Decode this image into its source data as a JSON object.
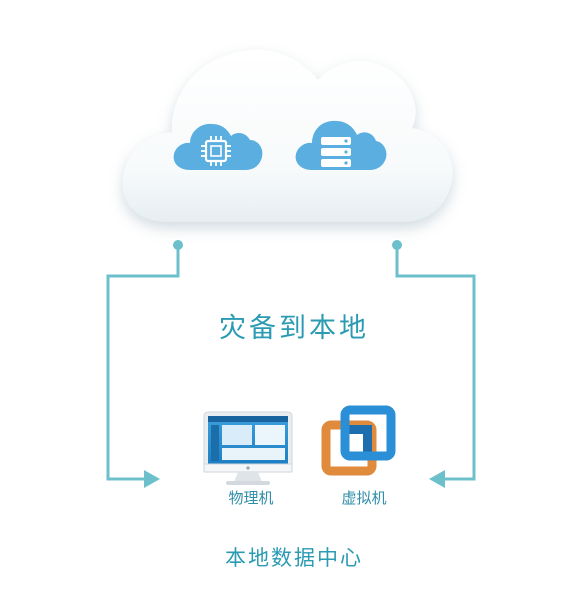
{
  "center_title": "灾备到本地",
  "physical_machine_label": "物理机",
  "virtual_machine_label": "虚拟机",
  "datacenter_label": "本地数据中心",
  "icons": [
    "cloud",
    "cpu-chip-icon",
    "server-stack-icon",
    "desktop-monitor-icon",
    "virtual-machine-icon"
  ],
  "colors": {
    "accent": "#2b9bb3",
    "line": "#6cc0cc",
    "cloud_icon_fill": "#5aaee0",
    "vm_blue": "#2a8fd6",
    "vm_orange": "#e08a3c"
  }
}
